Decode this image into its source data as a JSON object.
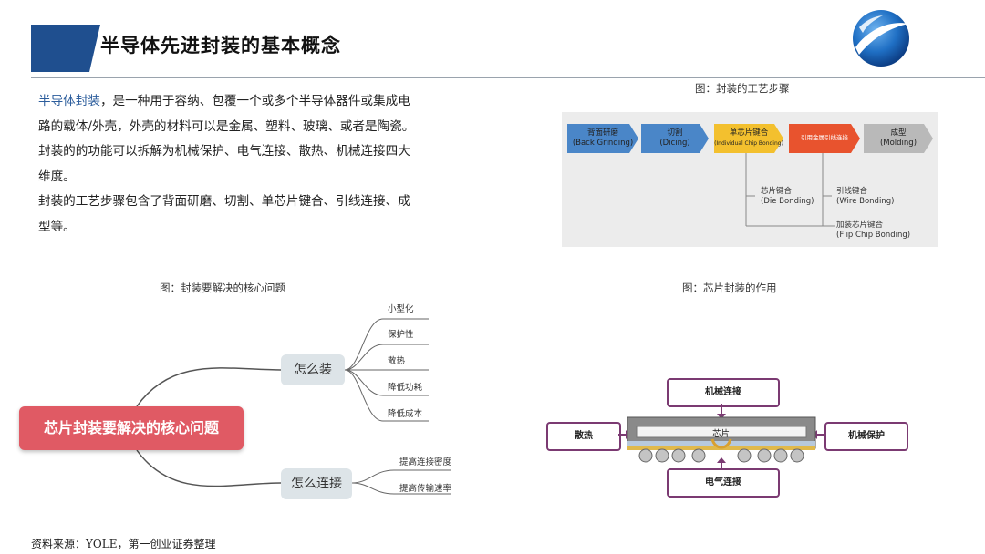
{
  "header": {
    "title": "半导体先进封装的基本概念"
  },
  "intro": {
    "keyword": "半导体封装",
    "line1_rest": "，是一种用于容纳、包覆一个或多个半导体器件或集成电",
    "line2": "路的载体/外壳，外壳的材料可以是金属、塑料、玻璃、或者是陶瓷。",
    "line3": "封装的的功能可以拆解为机械保护、电气连接、散热、机械连接四大",
    "line4": "维度。",
    "line5": "封装的工艺步骤包含了背面研磨、切割、单芯片键合、引线连接、成",
    "line6": "型等。"
  },
  "process": {
    "caption": "图：封装的工艺步骤",
    "steps": [
      {
        "cn": "背面研磨",
        "en": "(Back Grinding)",
        "color": "#4a86c8"
      },
      {
        "cn": "切割",
        "en": "(Dicing)",
        "color": "#4a86c8"
      },
      {
        "cn": "单芯片键合",
        "en": "(Individual Chip Bonding)",
        "color": "#f3c02e"
      },
      {
        "cn": "引用金属引线连接",
        "en": "",
        "color": "#e8532e"
      },
      {
        "cn": "成型",
        "en": "(Molding)",
        "color": "#b9b9b9"
      }
    ],
    "sub_items": [
      {
        "cn": "芯片键合",
        "en": "(Die Bonding)"
      },
      {
        "cn": "引线键合",
        "en": "(Wire Bonding)"
      },
      {
        "cn": "加装芯片键合",
        "en": "(Flip Chip Bonding)"
      }
    ]
  },
  "mindmap": {
    "caption": "图：封装要解决的核心问题",
    "root": "芯片封装要解决的核心问题",
    "branches": [
      {
        "label": "怎么装",
        "leaves": [
          "小型化",
          "保护性",
          "散热",
          "降低功耗",
          "降低成本"
        ]
      },
      {
        "label": "怎么连接",
        "leaves": [
          "提高连接密度",
          "提高传输速率"
        ]
      }
    ]
  },
  "chip": {
    "caption": "图：芯片封装的作用",
    "chip_label": "芯片",
    "top": "机械连接",
    "left": "散热",
    "right": "机械保护",
    "bottom": "电气连接",
    "border_color": "#7b3a72"
  },
  "source": "资料来源：YOLE，第一创业证券整理"
}
